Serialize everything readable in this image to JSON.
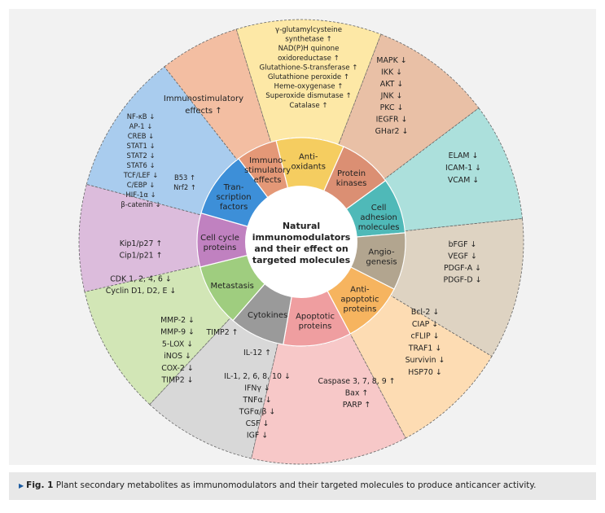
{
  "center": {
    "lines": [
      "Natural",
      "immunomodulators",
      "and their effect on",
      "targeted molecules"
    ]
  },
  "sectors": [
    {
      "id": "antioxidants",
      "color": "#fde8a6",
      "inner": "#f5cd60",
      "inner_label": [
        "Anti-",
        "oxidants"
      ],
      "outer_text": [
        "γ-glutamylcysteine",
        "synthetase ↑",
        "NAD(P)H quinone",
        "oxidoreductase ↑",
        "Glutathione-S-transferase ↑",
        "Glutathione peroxide ↑",
        "Heme-oxygenase ↑",
        "Superoxide dismutase ↑",
        "Catalase ↑"
      ]
    },
    {
      "id": "protein-kinases",
      "color": "#e9c0a6",
      "inner": "#db8f73",
      "inner_label": [
        "Protein",
        "kinases"
      ],
      "outer_text": [
        "MAPK ↓",
        "IKK ↓",
        "AKT ↓",
        "JNK ↓",
        "PKC ↓",
        "IEGFR ↓",
        "GHar2 ↓"
      ]
    },
    {
      "id": "cell-adhesion",
      "color": "#ace0dc",
      "inner": "#4fb9b8",
      "inner_label": [
        "Cell",
        "adhesion",
        "molecules"
      ],
      "outer_text": [
        "ELAM ↓",
        "ICAM-1 ↓",
        "VCAM ↓"
      ]
    },
    {
      "id": "angiogenesis",
      "color": "#ded3c2",
      "inner": "#b2a58f",
      "inner_label": [
        "Angio-",
        "genesis"
      ],
      "outer_text": [
        "bFGF ↓",
        "VEGF ↓",
        "PDGF-A ↓",
        "PDGF-D ↓"
      ]
    },
    {
      "id": "anti-apoptotic",
      "color": "#fddcb3",
      "inner": "#f6b45f",
      "inner_label": [
        "Anti-",
        "apoptotic",
        "proteins"
      ],
      "outer_text": [
        "Bcl-2 ↓",
        "CIAP ↓",
        "cFLIP ↓",
        "TRAF1 ↓",
        "Survivin ↓",
        "HSP70 ↓"
      ]
    },
    {
      "id": "apoptotic",
      "color": "#f7c8c8",
      "inner": "#ef9ea0",
      "inner_label": [
        "Apoptotic",
        "proteins"
      ],
      "outer_text": [
        "Caspase 3, 7, 8, 9 ↑",
        "Bax ↑",
        "PARP ↑"
      ]
    },
    {
      "id": "cytokines",
      "color": "#d8d8d8",
      "inner": "#9a9a9a",
      "inner_label": [
        "Cytokines"
      ],
      "outer_text": [
        "IL-12 ↑",
        "",
        "IL-1, 2, 6, 8, 10 ↓",
        "IFNγ ↓",
        "TNFα ↓",
        "TGFα/β ↓",
        "CSF ↓",
        "IGF ↓"
      ]
    },
    {
      "id": "metastasis",
      "color": "#d2e6b6",
      "inner": "#9fcd7f",
      "inner_label": [
        "Metastasis"
      ],
      "outer_text": [
        "MMP-2 ↓",
        "MMP-9 ↓",
        "5-LOX ↓",
        "iNOS ↓",
        "COX-2 ↓",
        "TIMP2 ↓"
      ],
      "outer_text_b": [
        "TIMP2 ↑"
      ]
    },
    {
      "id": "cell-cycle",
      "color": "#dcbcdc",
      "inner": "#c081c0",
      "inner_label": [
        "Cell cycle",
        "proteins"
      ],
      "outer_text": [
        "Kip1/p27 ↑",
        "Cip1/p21 ↑",
        "",
        "CDK 1, 2, 4, 6 ↓",
        "Cyclin D1, D2, E ↓"
      ]
    },
    {
      "id": "transcription",
      "color": "#a9ccee",
      "inner": "#3d8fd8",
      "inner_label": [
        "Tran-",
        "scription",
        "factors"
      ],
      "outer_text": [
        "NF-κB ↓",
        "AP-1 ↓",
        "CREB ↓",
        "STAT1 ↓",
        "STAT2 ↓",
        "STAT6 ↓",
        "TCF/LEF ↓",
        "C/EBP ↓",
        "HIF-1α ↓",
        "β-catenin ↓"
      ],
      "outer_text_b": [
        "B53 ↑",
        "Nrf2 ↑"
      ]
    },
    {
      "id": "immunostimulatory",
      "color": "#f3bea2",
      "inner": "#e49877",
      "inner_label": [
        "Immuno-",
        "stimulatory",
        "effects"
      ],
      "outer_text": [
        "Immunostimulatory",
        "effects ↑"
      ]
    }
  ],
  "caption": {
    "label": "Fig. 1",
    "text": "Plant secondary metabolites as immunomodulators and their targeted molecules to produce anticancer activity."
  }
}
